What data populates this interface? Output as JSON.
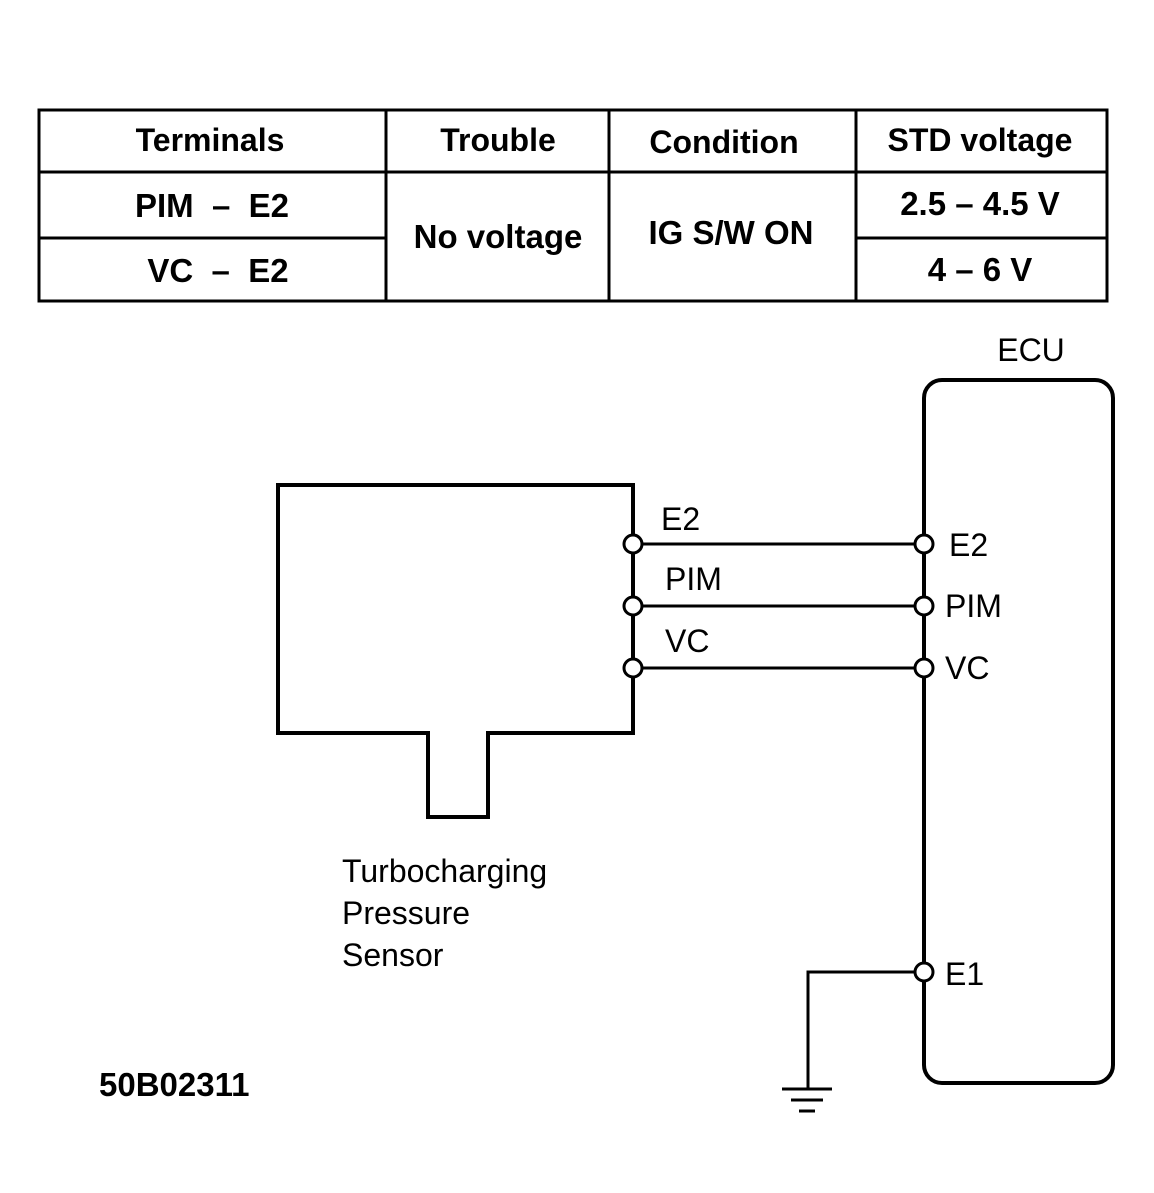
{
  "table": {
    "headers": [
      "Terminals",
      "Trouble",
      "Condition",
      "STD voltage"
    ],
    "rows": [
      {
        "terminals": "PIM  –  E2",
        "std_voltage": "2.5 – 4.5 V"
      },
      {
        "terminals": "VC  –  E2",
        "std_voltage": "4 – 6 V"
      }
    ],
    "trouble": "No voltage",
    "condition": "IG S/W ON"
  },
  "ecu": {
    "title": "ECU",
    "pins": [
      "E2",
      "PIM",
      "VC",
      "E1"
    ]
  },
  "sensor": {
    "pins": [
      "E2",
      "PIM",
      "VC"
    ],
    "label_lines": [
      "Turbocharging",
      "Pressure",
      "Sensor"
    ]
  },
  "figure_code": "50B02311"
}
